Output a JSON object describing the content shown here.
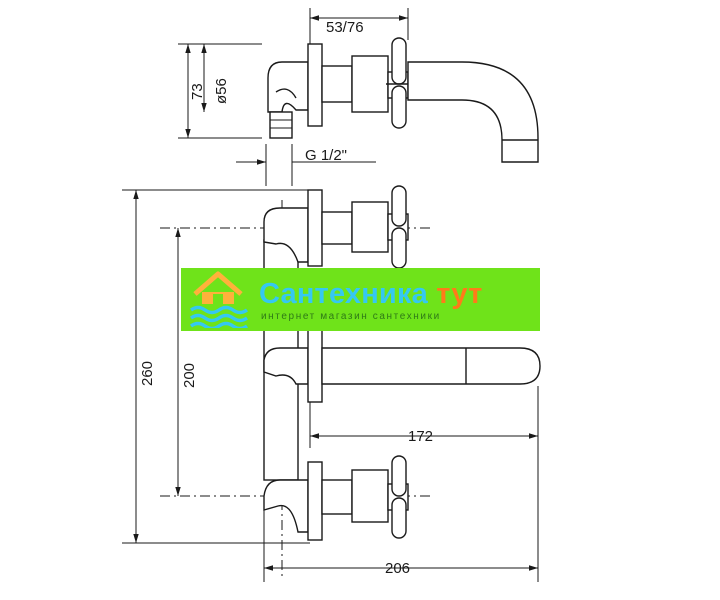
{
  "dimensions": {
    "projection_top": "53/76",
    "height_total": "73",
    "diameter": "ø56",
    "thread": "G 1/2\"",
    "overall_height": "260",
    "centers_height": "200",
    "spout_length": "172",
    "overall_depth": "206"
  },
  "watermark": {
    "title_part1": "Сантехника",
    "title_part2": "тут",
    "subtitle": "интернет магазин сантехники",
    "background_color": "#6fe31a",
    "title_color_1": "#35c8f2",
    "title_color_2": "#ff7a1a",
    "logo_icon": "house-waves-icon"
  }
}
